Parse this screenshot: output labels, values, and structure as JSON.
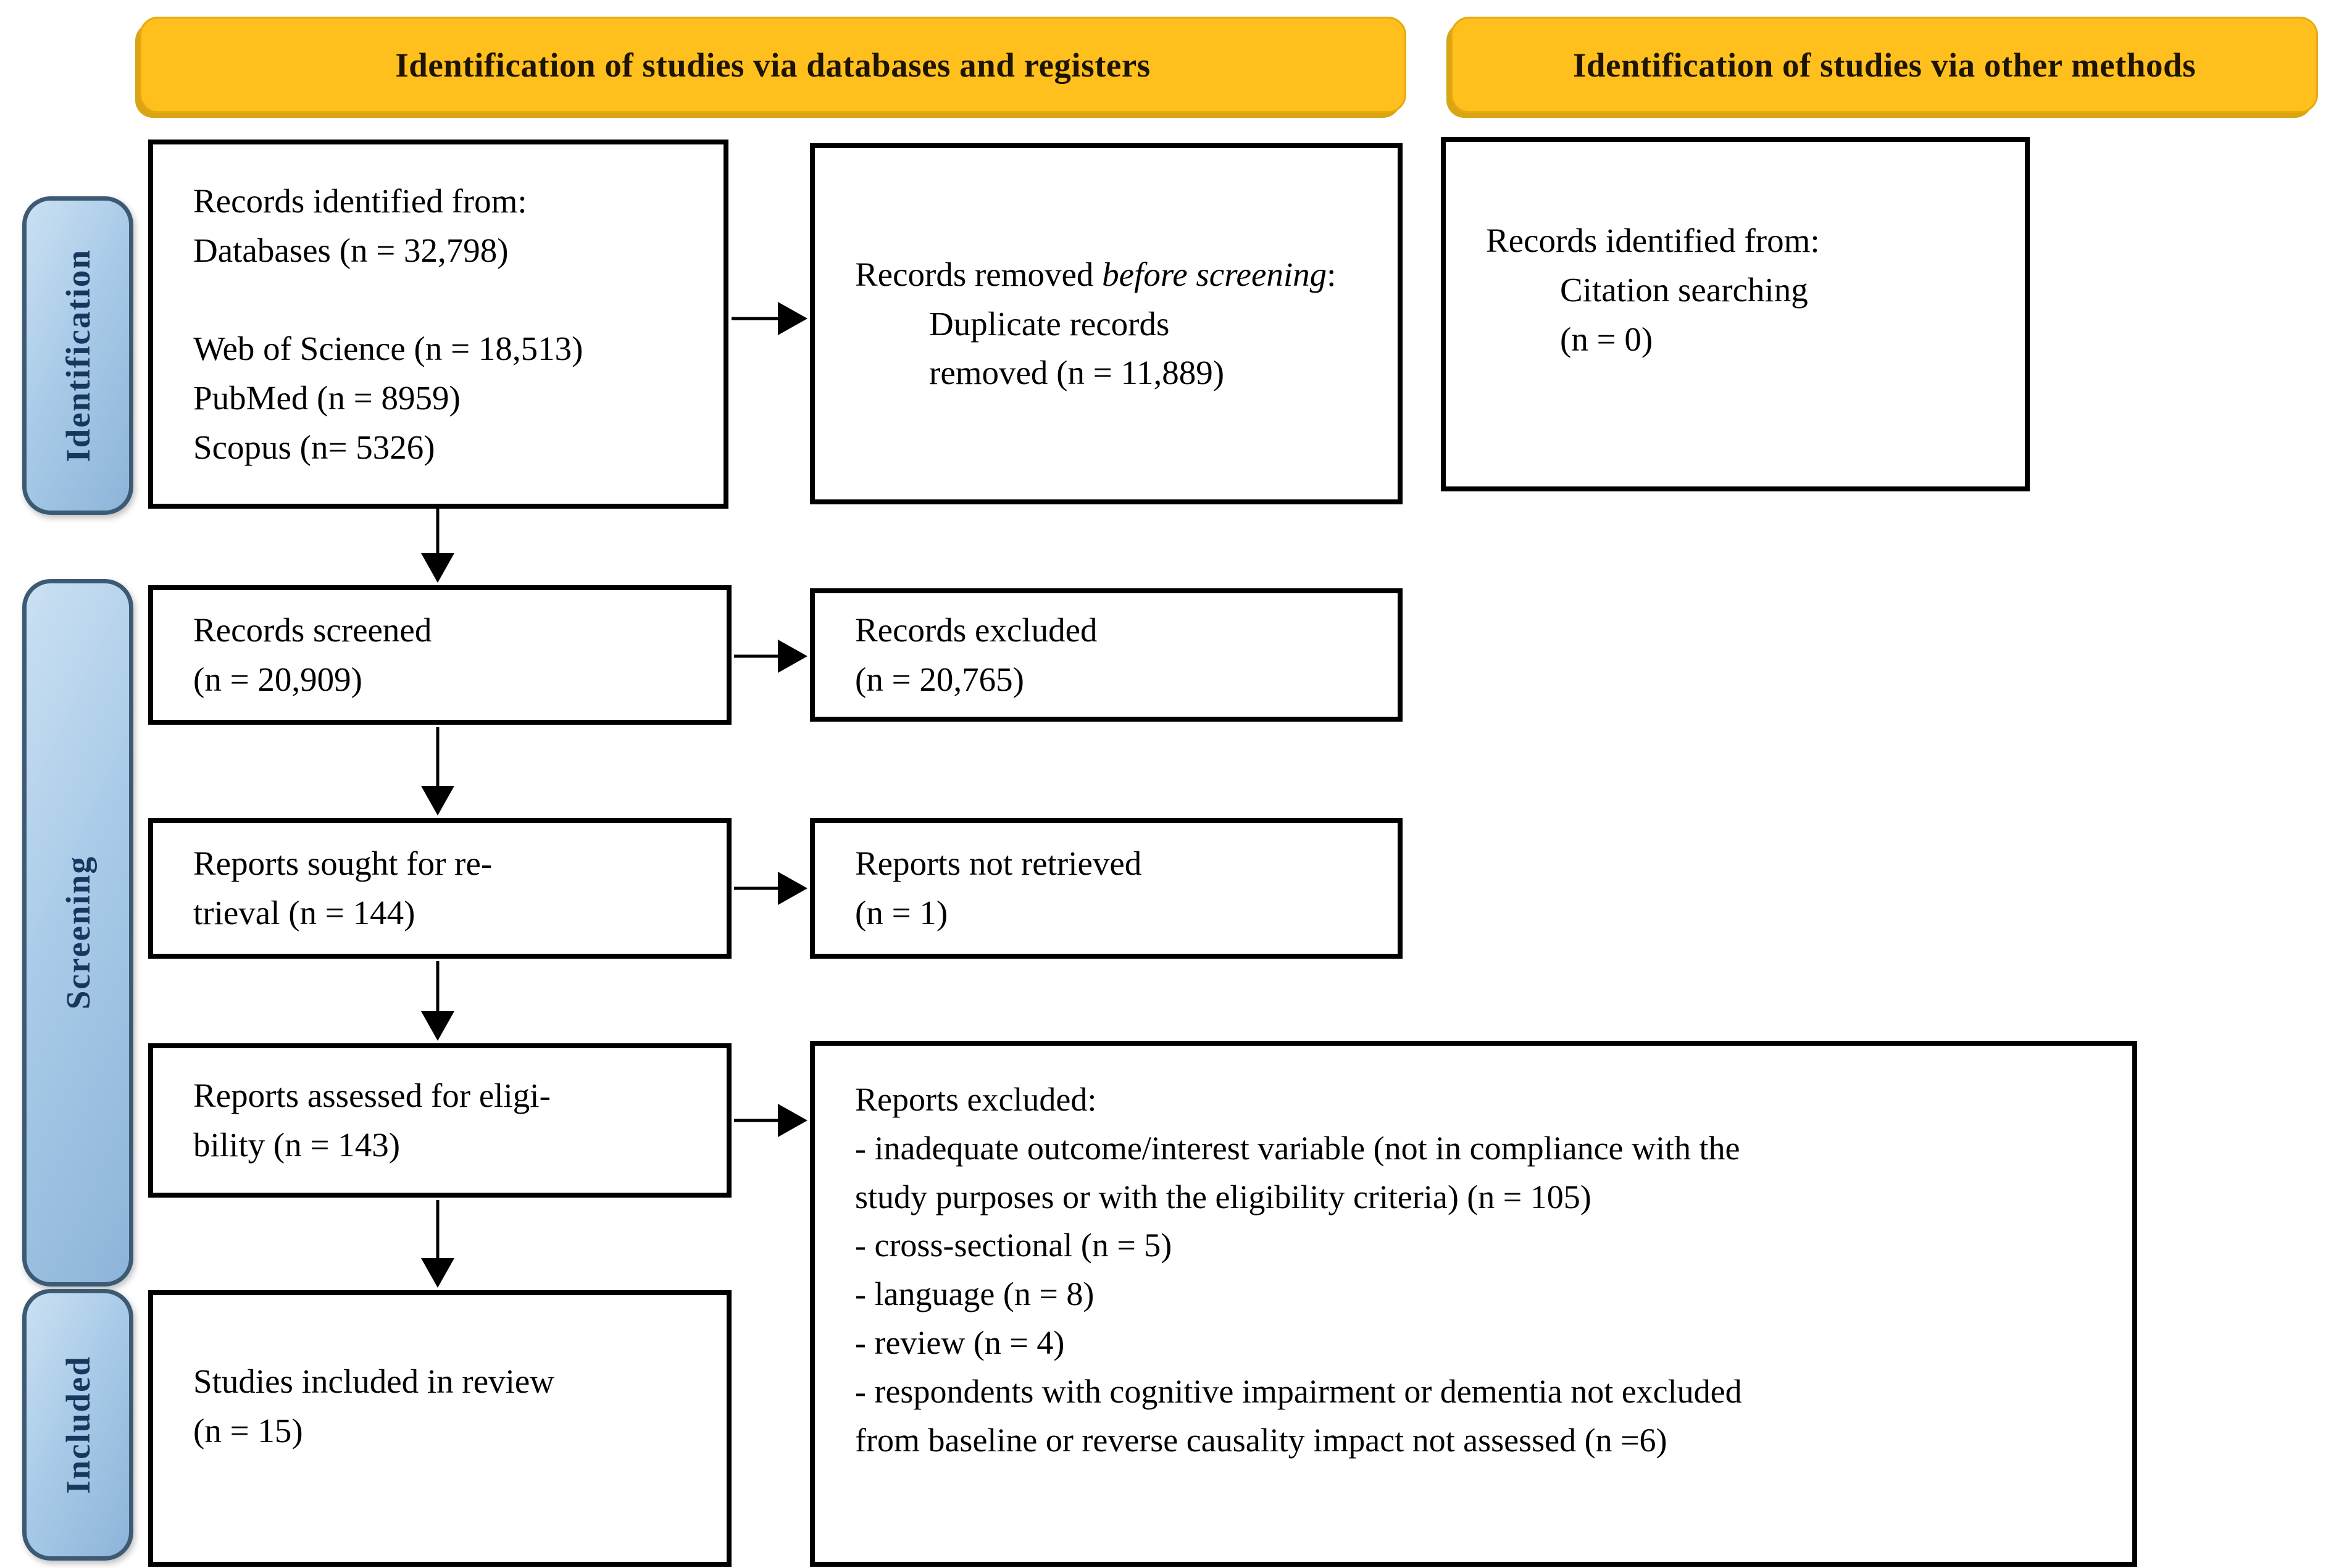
{
  "colors": {
    "banner_fill": "#FFC01E",
    "banner_edge": "#E8A90C",
    "banner_shadow": "#D9A514",
    "banner_text": "#1D1402",
    "stage_fill_light": "#CBE0F2",
    "stage_fill_dark": "#8DB4D9",
    "stage_border": "#3D5A74",
    "stage_text": "#17375E",
    "box_border": "#000000",
    "arrow_color": "#000000"
  },
  "banners": {
    "databases_label": "Identification of studies via databases and registers",
    "other_methods_label": "Identification of studies via other methods"
  },
  "stages": {
    "identification_label": "Identification",
    "screening_label": "Screening",
    "included_label": "Included"
  },
  "flow": {
    "records_identified": {
      "lines": [
        "Records identified from:",
        "Databases (n = 32,798)",
        "",
        "Web of Science (n = 18,513)",
        "PubMed (n = 8959)",
        "Scopus (n= 5326)"
      ]
    },
    "records_removed": {
      "title_prefix": "Records removed ",
      "title_italic": "before screening",
      "title_suffix": ":",
      "detail_lines": [
        "Duplicate records",
        "removed (n = 11,889)"
      ]
    },
    "citation_search": {
      "title": "Records identified from:",
      "detail_lines": [
        "Citation searching",
        "(n = 0)"
      ]
    },
    "records_screened": {
      "lines": [
        "Records screened",
        "(n = 20,909)"
      ]
    },
    "records_excluded": {
      "lines": [
        "Records excluded",
        "(n = 20,765)"
      ]
    },
    "reports_sought": {
      "lines": [
        "Reports sought for re-",
        "trieval (n = 144)"
      ]
    },
    "reports_not_retrieved": {
      "lines": [
        "Reports not retrieved",
        "(n = 1)"
      ]
    },
    "reports_assessed": {
      "lines": [
        "Reports assessed for eligi-",
        "bility (n = 143)"
      ]
    },
    "reports_excluded_reasons": {
      "title": "Reports excluded:",
      "lines": [
        "- inadequate outcome/interest variable (not in compliance with the",
        "study purposes or with the eligibility criteria) (n = 105)",
        "- cross-sectional (n = 5)",
        "- language (n = 8)",
        "- review (n = 4)",
        "- respondents with cognitive impairment or dementia not excluded",
        "from baseline or reverse causality impact not assessed (n =6)"
      ]
    },
    "studies_included": {
      "lines": [
        "Studies included in review",
        "(n = 15)"
      ]
    }
  }
}
